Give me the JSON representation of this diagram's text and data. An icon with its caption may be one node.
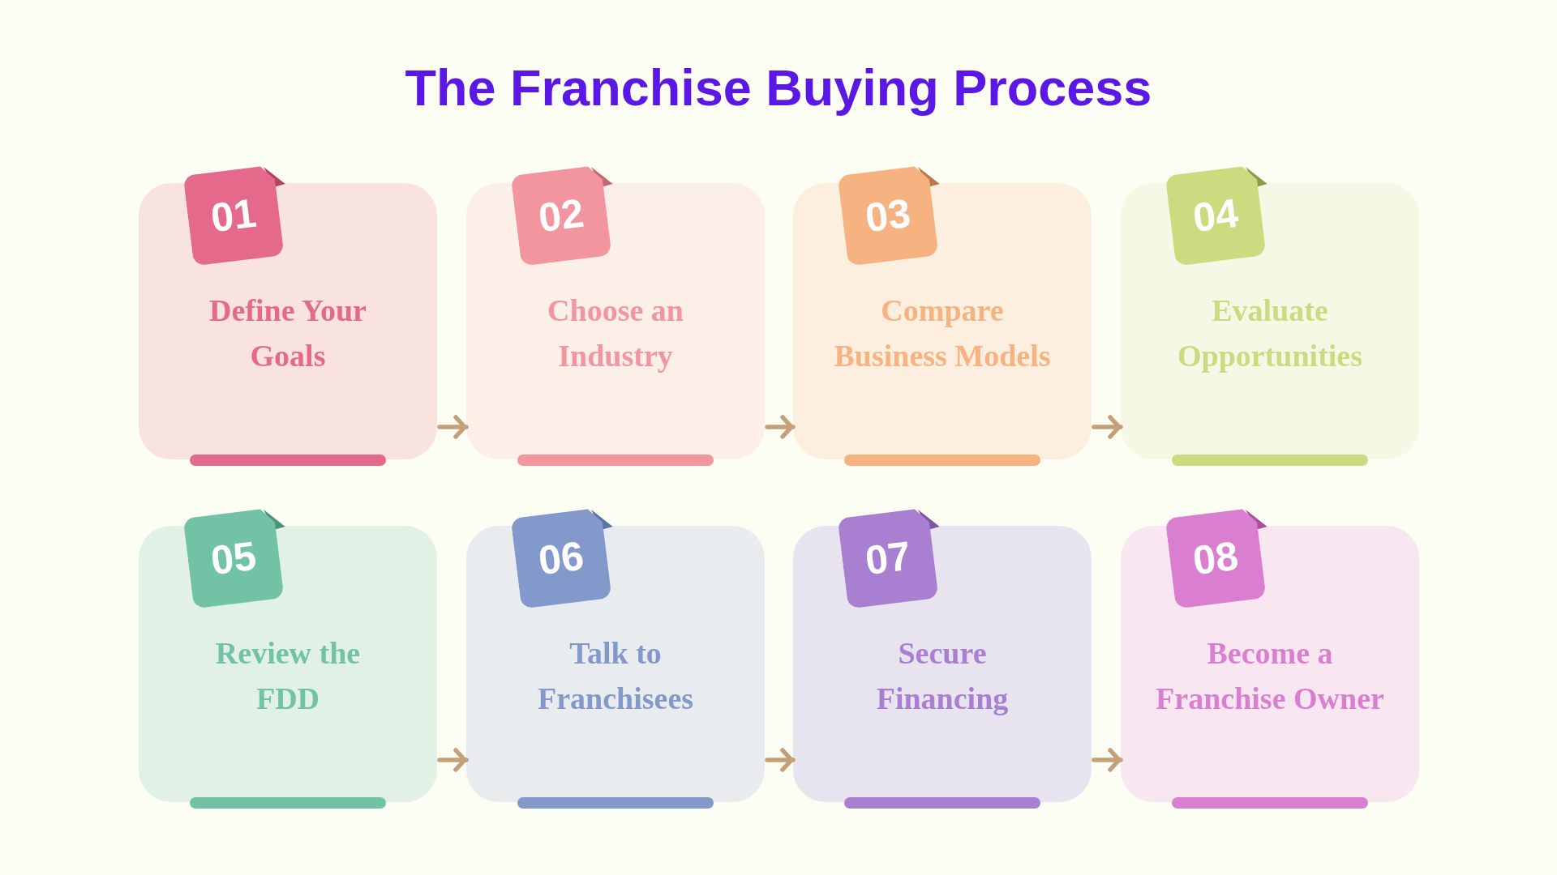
{
  "diagram": {
    "title": "The Franchise Buying Process",
    "nodes": [
      {
        "text": [
          "Define Your Goals"
        ]
      },
      {
        "text": [
          "01"
        ],
        "in": 0
      },
      {
        "text": [
          "Choose an Industry"
        ]
      },
      {
        "text": [
          "02"
        ],
        "in": 2
      },
      {
        "text": [
          "Compare Business Models"
        ]
      },
      {
        "text": [
          "03"
        ],
        "in": 4
      },
      {
        "text": [
          "Evaluate Opportunities"
        ]
      },
      {
        "text": [
          "04"
        ],
        "in": 6
      },
      {
        "text": [
          "Review the FDD"
        ]
      },
      {
        "text": [
          "05"
        ],
        "in": 8
      },
      {
        "text": [
          "Talk to Franchisees"
        ]
      },
      {
        "text": [
          "06"
        ],
        "in": 10
      },
      {
        "text": [
          "Secure Financing"
        ]
      },
      {
        "text": [
          "07"
        ],
        "in": 12
      },
      {
        "text": [
          "Become a Franchise Owner"
        ]
      },
      {
        "text": [
          "08"
        ],
        "in": 14
      }
    ],
    "edges": [
      {
        "from": 0,
        "to": 2,
        "arrow": "to"
      },
      {
        "from": 2,
        "to": 4,
        "arrow": "to"
      },
      {
        "from": 4,
        "to": 6,
        "arrow": "to"
      },
      {
        "from": 8,
        "to": 10,
        "arrow": "to"
      },
      {
        "from": 10,
        "to": 12,
        "arrow": "to"
      },
      {
        "from": 12,
        "to": 14,
        "arrow": "to"
      }
    ]
  }
}
